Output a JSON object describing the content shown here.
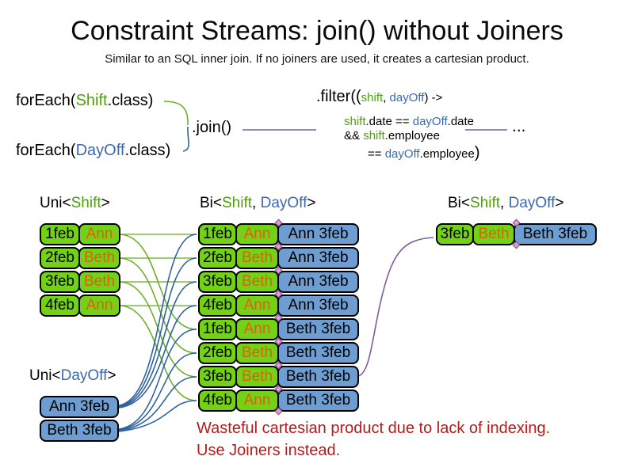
{
  "title": "Constraint Streams: join() without Joiners",
  "subtitle": "Similar to an SQL inner join. If no joiners are used, it creates a cartesian product.",
  "code": {
    "foreach_shift": {
      "prefix": "forEach(",
      "class_name": "Shift",
      "suffix": ".class)"
    },
    "foreach_dayoff": {
      "prefix": "forEach(",
      "class_name": "DayOff",
      "suffix": ".class)"
    },
    "join": ".join()",
    "filter": {
      "head_prefix": ".filter((",
      "arg1": "shift",
      "comma": ", ",
      "arg2": "dayOff",
      "head_suffix": ") ->",
      "line2_shift": "shift",
      "line2_mid": ".date == ",
      "line2_dayoff": "dayOff",
      "line2_end": ".date",
      "line3_and": "&& ",
      "line3_shift": "shift",
      "line3_end": ".employee",
      "line4_eq": "== ",
      "line4_dayoff": "dayOff",
      "line4_end": ".employee",
      "line4_close": ")"
    },
    "ellipsis": "..."
  },
  "labels": {
    "uni_shift": {
      "pre": "Uni<",
      "shift": "Shift",
      "post": ">"
    },
    "bi_mid": {
      "pre": "Bi<",
      "shift": "Shift",
      "comma": ", ",
      "dayoff": "DayOff",
      "post": ">"
    },
    "bi_right": {
      "pre": "Bi<",
      "shift": "Shift",
      "comma": ", ",
      "dayoff": "DayOff",
      "post": ">"
    },
    "uni_dayoff": {
      "pre": "Uni<",
      "dayoff": "DayOff",
      "post": ">"
    }
  },
  "shift_rows": [
    {
      "date": "1feb",
      "employee": "Ann"
    },
    {
      "date": "2feb",
      "employee": "Beth"
    },
    {
      "date": "3feb",
      "employee": "Beth"
    },
    {
      "date": "4feb",
      "employee": "Ann"
    }
  ],
  "dayoff_rows": [
    {
      "label": "Ann 3feb"
    },
    {
      "label": "Beth 3feb"
    }
  ],
  "joined_rows": [
    {
      "date": "1feb",
      "employee": "Ann",
      "dayoff": "Ann 3feb"
    },
    {
      "date": "2feb",
      "employee": "Beth",
      "dayoff": "Ann 3feb"
    },
    {
      "date": "3feb",
      "employee": "Beth",
      "dayoff": "Ann 3feb"
    },
    {
      "date": "4feb",
      "employee": "Ann",
      "dayoff": "Ann 3feb"
    },
    {
      "date": "1feb",
      "employee": "Ann",
      "dayoff": "Beth 3feb"
    },
    {
      "date": "2feb",
      "employee": "Beth",
      "dayoff": "Beth 3feb"
    },
    {
      "date": "3feb",
      "employee": "Beth",
      "dayoff": "Beth 3feb"
    },
    {
      "date": "4feb",
      "employee": "Ann",
      "dayoff": "Beth 3feb"
    }
  ],
  "result_row": {
    "date": "3feb",
    "employee": "Beth",
    "dayoff": "Beth 3feb"
  },
  "note": {
    "line1": "Wasteful cartesian product due to lack of indexing.",
    "line2": "Use Joiners instead."
  },
  "colors": {
    "shift_box_green": "#73D216",
    "dayoff_box_blue": "#6D9DD1",
    "shift_text_green": "#4EA10B",
    "dayoff_text_blue": "#3B69B0",
    "employee_text_orange": "#DD5F10",
    "note_red": "#B01D1D",
    "join_line_purple": "#7B5C99",
    "shift_line_green": "#6FAE2B",
    "dayoff_line_blue": "#2F63A0"
  }
}
